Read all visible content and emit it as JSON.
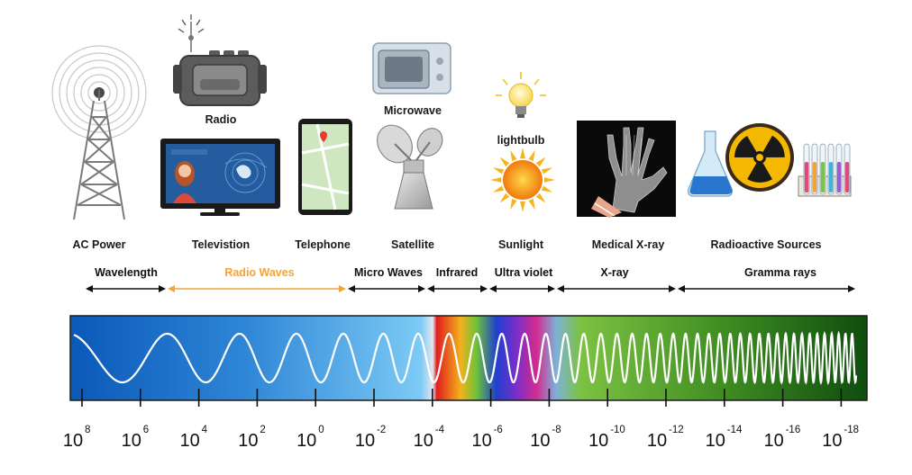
{
  "sources": [
    {
      "id": "ac-power",
      "label": "AC Power",
      "icon": "radio-tower-icon"
    },
    {
      "id": "radio",
      "label": "Radio",
      "icon": "radio-icon"
    },
    {
      "id": "television",
      "label": "Televistion",
      "icon": "television-icon"
    },
    {
      "id": "telephone",
      "label": "Telephone",
      "icon": "smartphone-icon"
    },
    {
      "id": "microwave",
      "label": "Microwave",
      "icon": "microwave-oven-icon"
    },
    {
      "id": "satellite",
      "label": "Satellite",
      "icon": "satellite-dish-icon"
    },
    {
      "id": "lightbulb",
      "label": "lightbulb",
      "icon": "lightbulb-icon"
    },
    {
      "id": "sunlight",
      "label": "Sunlight",
      "icon": "sun-icon"
    },
    {
      "id": "medical-xray",
      "label": "Medical X-ray",
      "icon": "xray-hand-icon"
    },
    {
      "id": "radioactive",
      "label": "Radioactive Sources",
      "icon": "radioactive-icon"
    }
  ],
  "bands": [
    {
      "label": "Wavelength",
      "color": "#111111"
    },
    {
      "label": "Radio Waves",
      "color": "#f2a43a"
    },
    {
      "label": "Micro Waves",
      "color": "#111111"
    },
    {
      "label": "Infrared",
      "color": "#111111"
    },
    {
      "label": "Ultra violet",
      "color": "#111111"
    },
    {
      "label": "X-ray",
      "color": "#111111"
    },
    {
      "label": "Gramma rays",
      "color": "#111111"
    }
  ],
  "scale": {
    "base": "10",
    "exponents": [
      "8",
      "6",
      "4",
      "2",
      "0",
      "-2",
      "-4",
      "-6",
      "-8",
      "-10",
      "-12",
      "-14",
      "-16",
      "-18"
    ]
  },
  "spectrum_colors": {
    "radio_start": "#0a58b8",
    "radio_end": "#7ccaf5",
    "gamma_start": "#7cc242",
    "gamma_end": "#0f4d0f",
    "wave_line": "#ffffff"
  }
}
